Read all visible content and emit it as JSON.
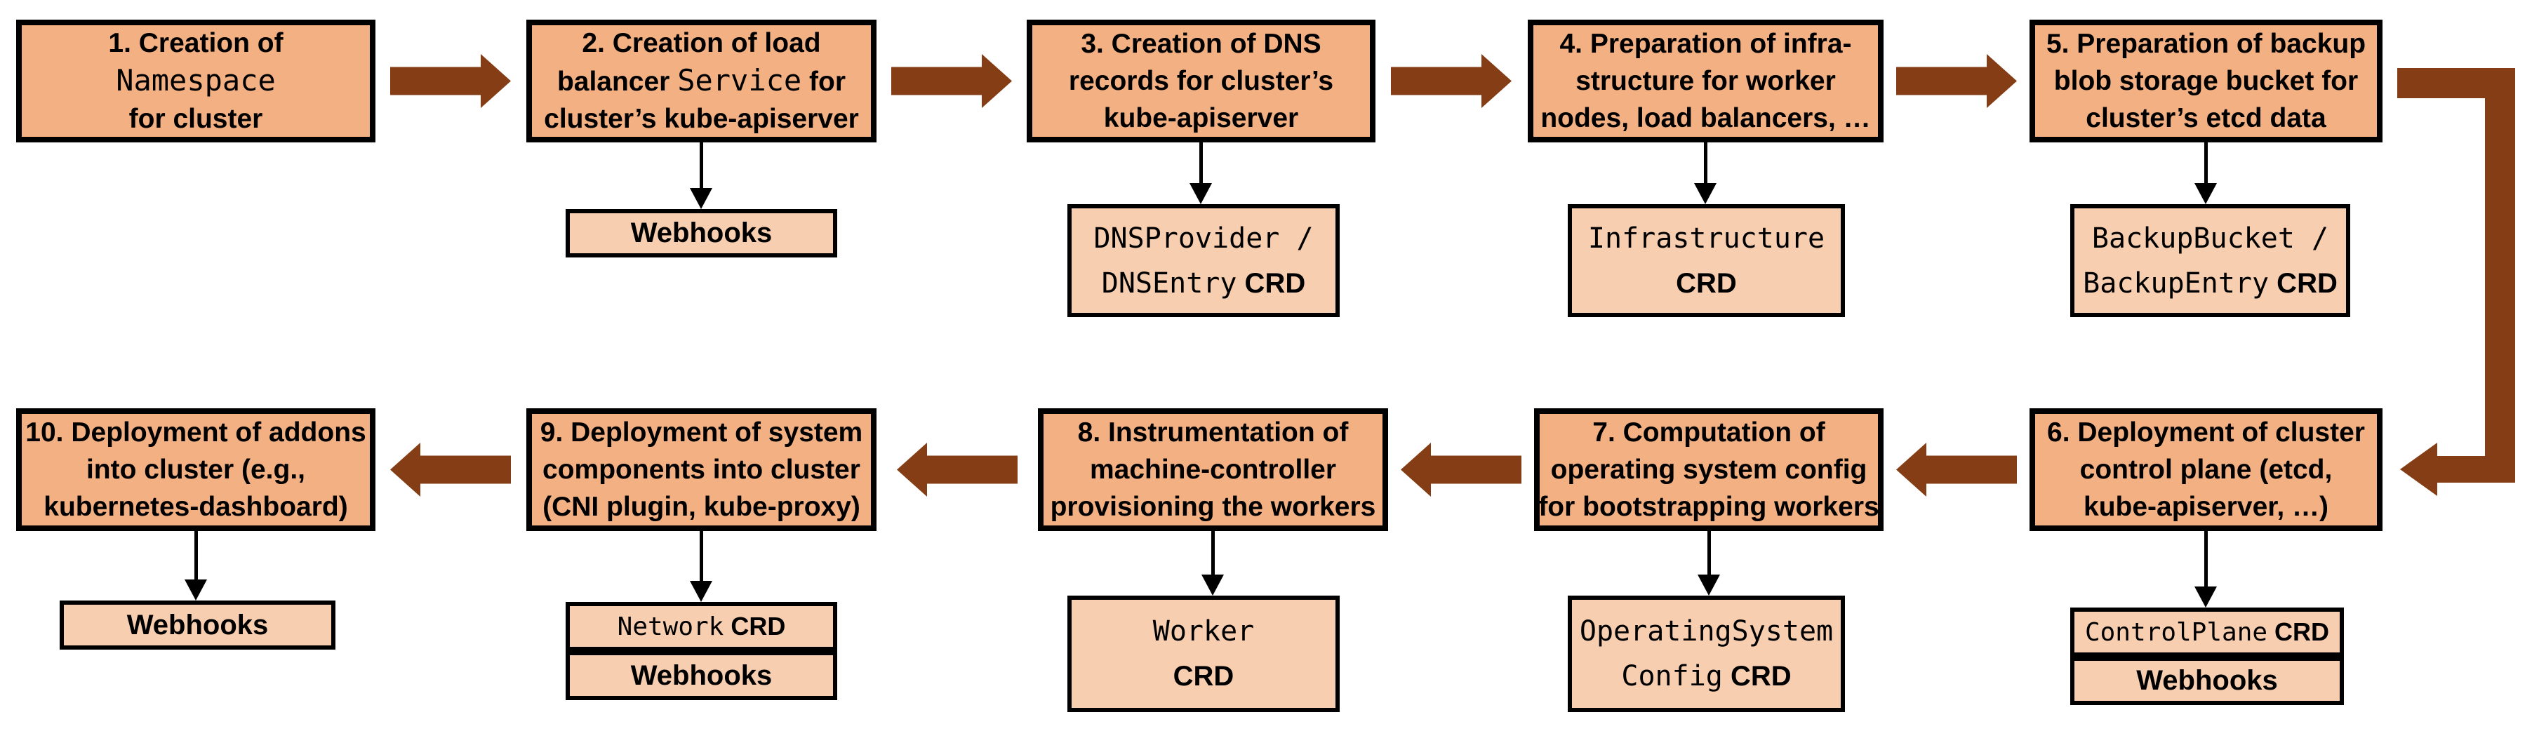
{
  "colors": {
    "step_fill": "#F2B083",
    "detail_fill": "#F7CEAF",
    "arrow_brown": "#843D14",
    "outline": "#000000",
    "background": "#FFFFFF"
  },
  "steps": [
    {
      "id": 1,
      "box_lines": [
        [
          {
            "t": "1. Creation of",
            "f": "sans"
          }
        ],
        [
          {
            "t": "Namespace",
            "f": "mono"
          }
        ],
        [
          {
            "t": "for cluster",
            "f": "sans"
          }
        ]
      ],
      "children": []
    },
    {
      "id": 2,
      "box_lines": [
        [
          {
            "t": "2. Creation of load",
            "f": "sans"
          }
        ],
        [
          {
            "t": "balancer ",
            "f": "sans"
          },
          {
            "t": "Service",
            "f": "mono"
          },
          {
            "t": " for",
            "f": "sans"
          }
        ],
        [
          {
            "t": "cluster’s kube-apiserver",
            "f": "sans"
          }
        ]
      ],
      "children": [
        {
          "kind": "webhooks",
          "lines": [
            [
              {
                "t": "Webhooks",
                "f": "sans"
              }
            ]
          ]
        }
      ]
    },
    {
      "id": 3,
      "box_lines": [
        [
          {
            "t": "3. Creation of DNS",
            "f": "sans"
          }
        ],
        [
          {
            "t": "records for cluster’s",
            "f": "sans"
          }
        ],
        [
          {
            "t": "kube-apiserver",
            "f": "sans"
          }
        ]
      ],
      "children": [
        {
          "kind": "crd",
          "lines": [
            [
              {
                "t": "DNSProvider /",
                "f": "mono"
              }
            ],
            [
              {
                "t": "DNSEntry",
                "f": "mono"
              },
              {
                "t": " CRD",
                "f": "crd"
              }
            ]
          ]
        }
      ]
    },
    {
      "id": 4,
      "box_lines": [
        [
          {
            "t": "4. Preparation of infra-",
            "f": "sans"
          }
        ],
        [
          {
            "t": "structure for worker",
            "f": "sans"
          }
        ],
        [
          {
            "t": "nodes, load balancers, …",
            "f": "sans"
          }
        ]
      ],
      "children": [
        {
          "kind": "crd",
          "lines": [
            [
              {
                "t": "Infrastructure",
                "f": "mono"
              }
            ],
            [
              {
                "t": "CRD",
                "f": "crd"
              }
            ]
          ]
        }
      ]
    },
    {
      "id": 5,
      "box_lines": [
        [
          {
            "t": "5. Preparation of backup",
            "f": "sans"
          }
        ],
        [
          {
            "t": "blob storage bucket for",
            "f": "sans"
          }
        ],
        [
          {
            "t": "cluster’s etcd data",
            "f": "sans"
          }
        ]
      ],
      "children": [
        {
          "kind": "crd",
          "lines": [
            [
              {
                "t": "BackupBucket /",
                "f": "mono"
              }
            ],
            [
              {
                "t": "BackupEntry",
                "f": "mono"
              },
              {
                "t": " CRD",
                "f": "crd"
              }
            ]
          ]
        }
      ]
    },
    {
      "id": 6,
      "box_lines": [
        [
          {
            "t": "6. Deployment of cluster",
            "f": "sans"
          }
        ],
        [
          {
            "t": "control plane (etcd,",
            "f": "sans"
          }
        ],
        [
          {
            "t": "kube-apiserver, …)",
            "f": "sans"
          }
        ]
      ],
      "children": [
        {
          "kind": "crd",
          "lines": [
            [
              {
                "t": "ControlPlane",
                "f": "mono"
              },
              {
                "t": " CRD",
                "f": "crd"
              }
            ]
          ]
        },
        {
          "kind": "webhooks",
          "lines": [
            [
              {
                "t": "Webhooks",
                "f": "sans"
              }
            ]
          ]
        }
      ]
    },
    {
      "id": 7,
      "box_lines": [
        [
          {
            "t": "7. Computation of",
            "f": "sans"
          }
        ],
        [
          {
            "t": "operating system config",
            "f": "sans"
          }
        ],
        [
          {
            "t": "for bootstrapping workers",
            "f": "sans"
          }
        ]
      ],
      "children": [
        {
          "kind": "crd",
          "lines": [
            [
              {
                "t": "OperatingSystem",
                "f": "mono"
              }
            ],
            [
              {
                "t": "Config",
                "f": "mono"
              },
              {
                "t": " CRD",
                "f": "crd"
              }
            ]
          ]
        }
      ]
    },
    {
      "id": 8,
      "box_lines": [
        [
          {
            "t": "8. Instrumentation of",
            "f": "sans"
          }
        ],
        [
          {
            "t": "machine-controller",
            "f": "sans"
          }
        ],
        [
          {
            "t": "provisioning the workers",
            "f": "sans"
          }
        ]
      ],
      "children": [
        {
          "kind": "crd",
          "lines": [
            [
              {
                "t": "Worker",
                "f": "mono"
              }
            ],
            [
              {
                "t": "CRD",
                "f": "crd"
              }
            ]
          ]
        }
      ]
    },
    {
      "id": 9,
      "box_lines": [
        [
          {
            "t": "9. Deployment of system",
            "f": "sans"
          }
        ],
        [
          {
            "t": "components into cluster",
            "f": "sans"
          }
        ],
        [
          {
            "t": "(CNI plugin, kube-proxy)",
            "f": "sans"
          }
        ]
      ],
      "children": [
        {
          "kind": "crd",
          "lines": [
            [
              {
                "t": "Network",
                "f": "mono"
              },
              {
                "t": " CRD",
                "f": "crd"
              }
            ]
          ]
        },
        {
          "kind": "webhooks",
          "lines": [
            [
              {
                "t": "Webhooks",
                "f": "sans"
              }
            ]
          ]
        }
      ]
    },
    {
      "id": 10,
      "box_lines": [
        [
          {
            "t": "10. Deployment of addons",
            "f": "sans"
          }
        ],
        [
          {
            "t": "into cluster (e.g.,",
            "f": "sans"
          }
        ],
        [
          {
            "t": "kubernetes-dashboard)",
            "f": "sans"
          }
        ]
      ],
      "children": [
        {
          "kind": "webhooks",
          "lines": [
            [
              {
                "t": "Webhooks",
                "f": "sans"
              }
            ]
          ]
        }
      ]
    }
  ]
}
